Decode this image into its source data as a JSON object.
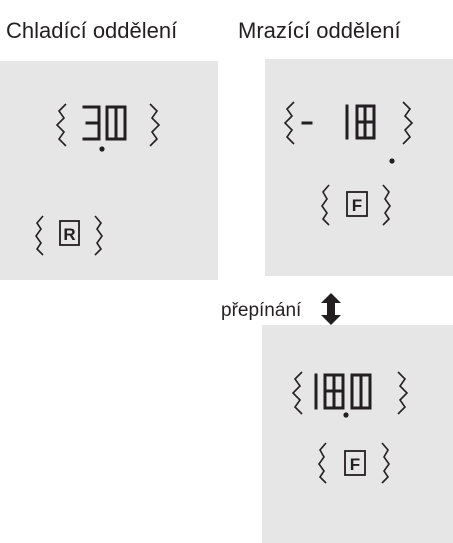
{
  "headings": {
    "fridge": "Chladící oddělení",
    "freezer": "Mrazící oddělení"
  },
  "switch_label": "přepínání",
  "displays": [
    {
      "id": "fridge-temp",
      "value": "30",
      "decimal_point": true
    },
    {
      "id": "fridge-mode",
      "mode_letter": "R"
    },
    {
      "id": "freezer-temp",
      "value": "- 18",
      "decimal_point": true
    },
    {
      "id": "freezer-mode",
      "mode_letter": "F"
    },
    {
      "id": "super-temp",
      "value": "18.0"
    },
    {
      "id": "super-mode",
      "mode_letter": "F"
    }
  ],
  "colors": {
    "panel": "#e6e6e7",
    "ink": "#231f20"
  },
  "icons": [
    "blink-bracket-icon",
    "double-arrow-icon",
    "mode-indicator-icon"
  ]
}
